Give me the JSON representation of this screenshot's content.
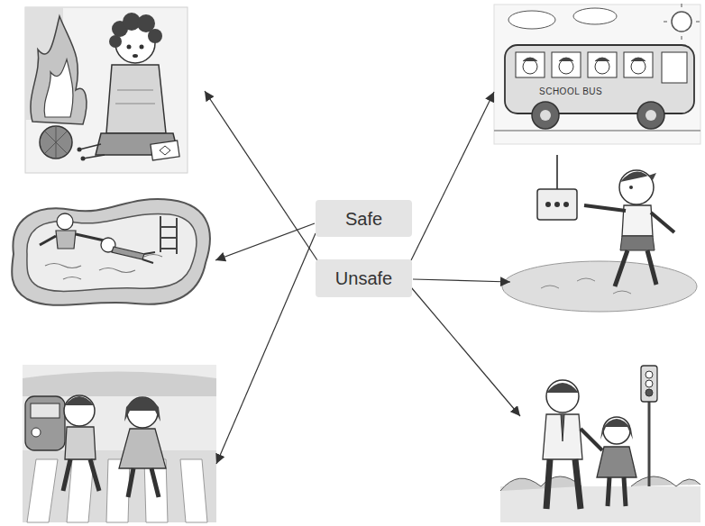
{
  "diagram": {
    "nodes": [
      {
        "text": [
          "Safe"
        ]
      },
      {
        "text": [
          "Unsafe"
        ]
      }
    ],
    "labels": [
      "SCHOOL BUS"
    ]
  }
}
